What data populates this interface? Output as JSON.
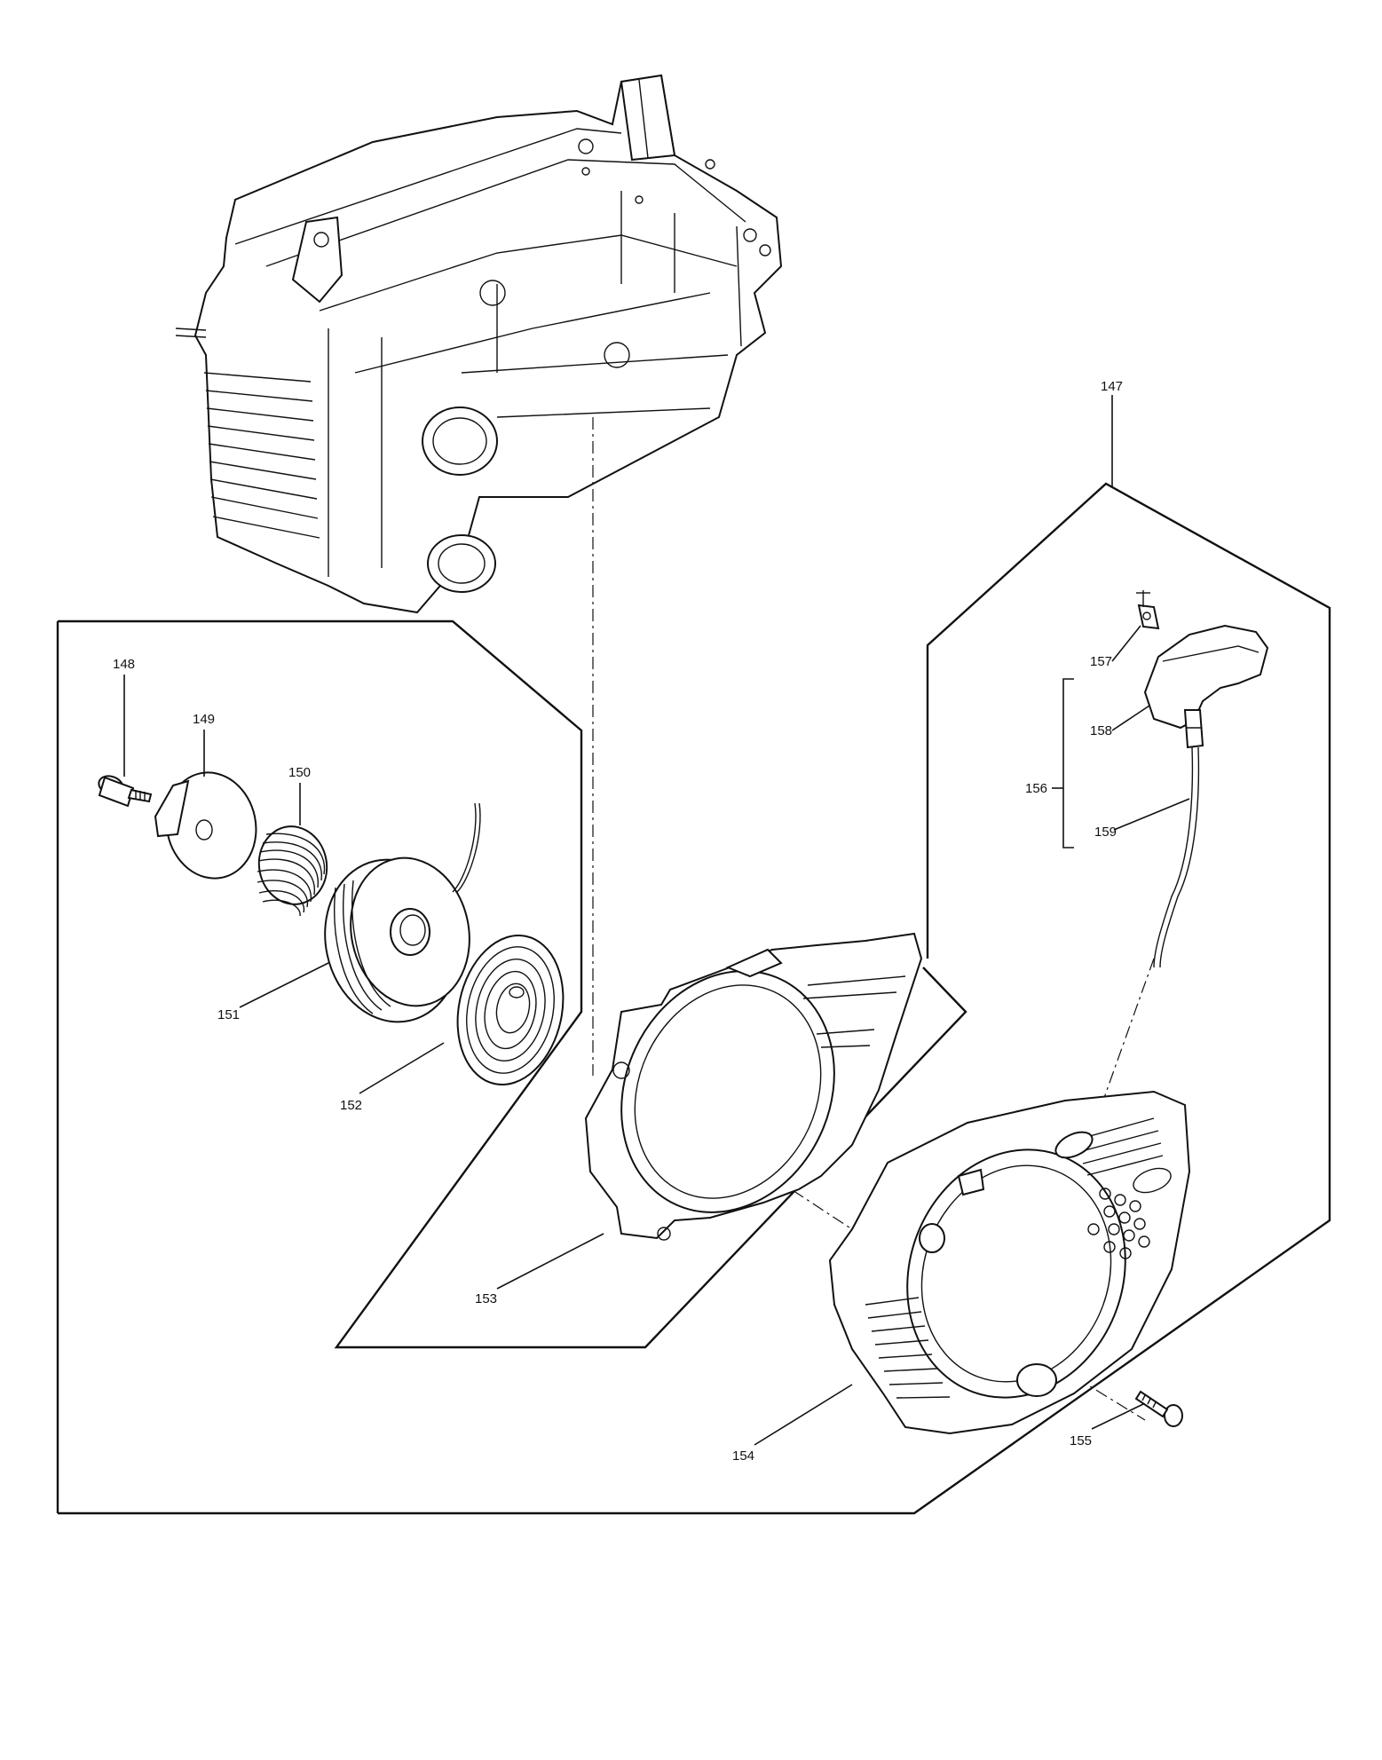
{
  "diagram": {
    "callouts": {
      "c147": "147",
      "c148": "148",
      "c149": "149",
      "c150": "150",
      "c151": "151",
      "c152": "152",
      "c153": "153",
      "c154": "154",
      "c155": "155",
      "c156": "156",
      "c157": "157",
      "c158": "158",
      "c159": "159"
    }
  }
}
